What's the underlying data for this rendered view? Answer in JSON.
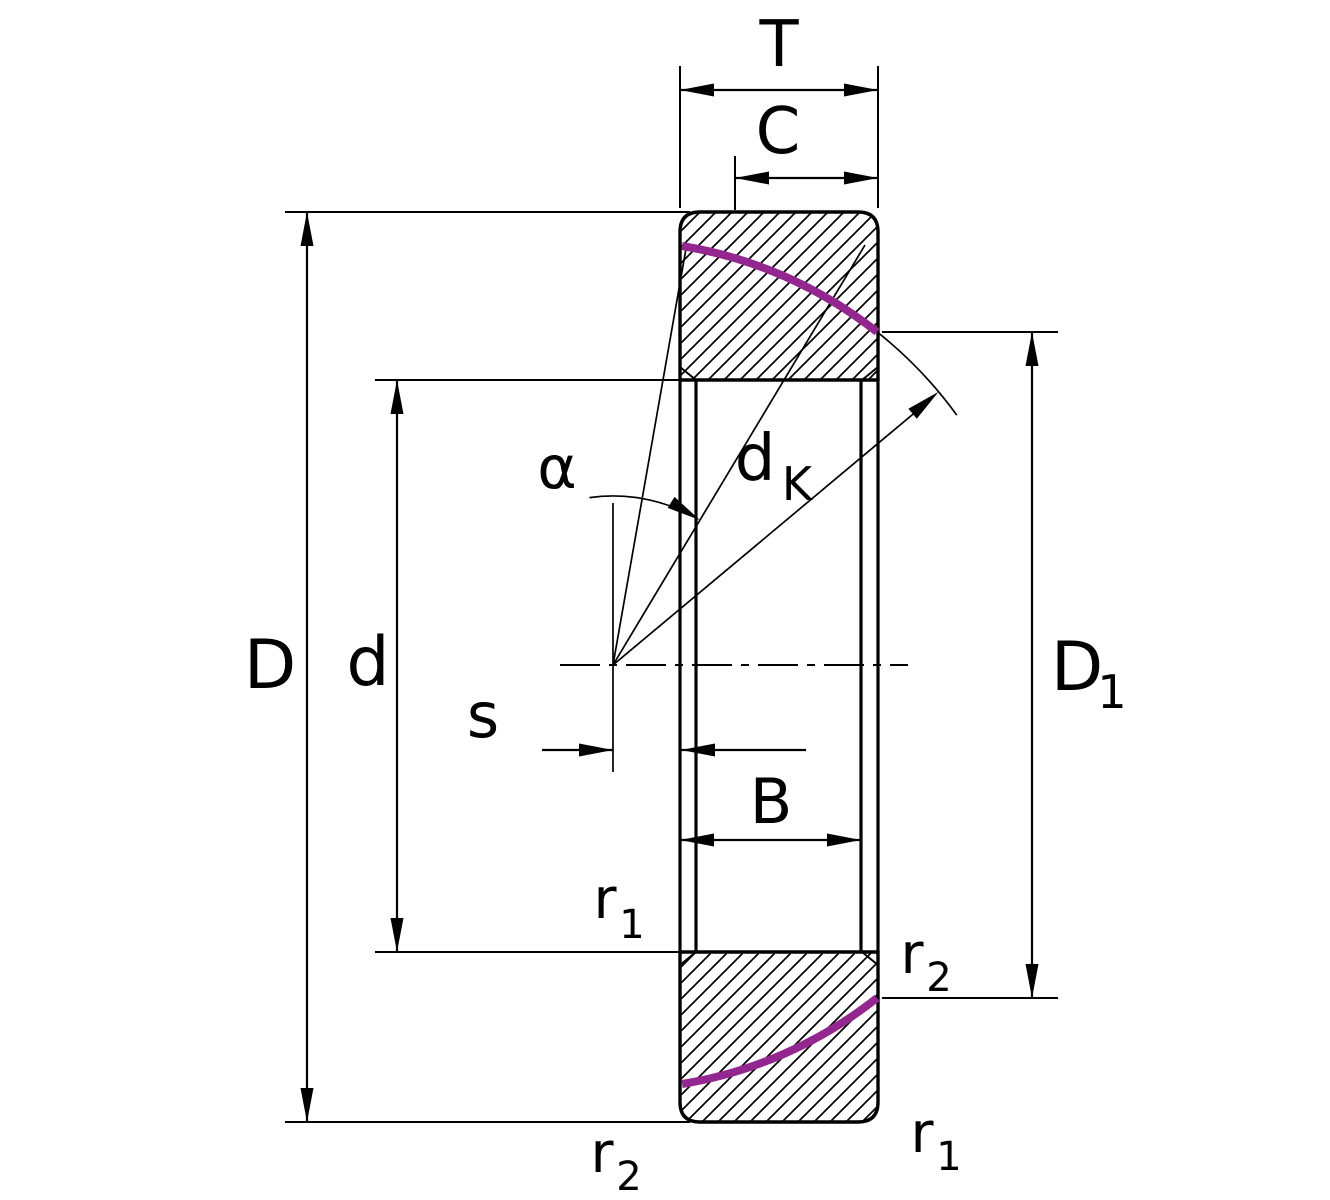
{
  "diagram": {
    "type": "technical-drawing",
    "subject": "angular-contact-spherical-plain-bearing-cross-section",
    "labels": {
      "total_width": "T",
      "outer_ring_width": "C",
      "outer_diameter": "D",
      "bore_diameter": "d",
      "inner_ring_width": "B",
      "center_offset": "s",
      "contact_angle": "α",
      "sphere_diameter_main": "d",
      "sphere_diameter_sub": "K",
      "raceway_diameter_main": "D",
      "raceway_diameter_sub": "1",
      "radius_r1_main": "r",
      "radius_r1_sub": "1",
      "radius_r2_main": "r",
      "radius_r2_sub": "2"
    },
    "colors": {
      "line": "#000000",
      "sliding_surface": "#93278F",
      "background": "#FFFFFF"
    }
  }
}
